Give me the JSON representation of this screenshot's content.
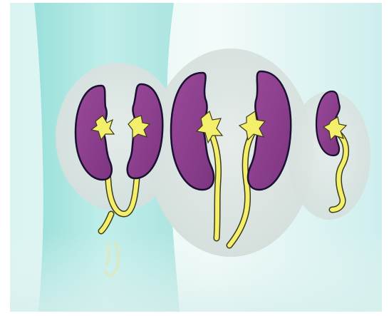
{
  "scene": {
    "subject": "kidney-illustration",
    "colors": {
      "background": "#eaf7f6",
      "glass_left": "#a6e6e2",
      "bubble": "#dde5e3",
      "kidney_fill": "#8e3f8e",
      "kidney_outline": "#1a1030",
      "ureter_fill": "#f4ef6b",
      "ureter_outline": "#3b3a1a"
    },
    "panels": [
      {
        "name": "left-pair",
        "kidney_count": 2,
        "ureter_style": "joined"
      },
      {
        "name": "center-pair",
        "kidney_count": 2,
        "ureter_style": "separate"
      },
      {
        "name": "right-single",
        "kidney_count": 1,
        "ureter_style": "single"
      }
    ]
  }
}
